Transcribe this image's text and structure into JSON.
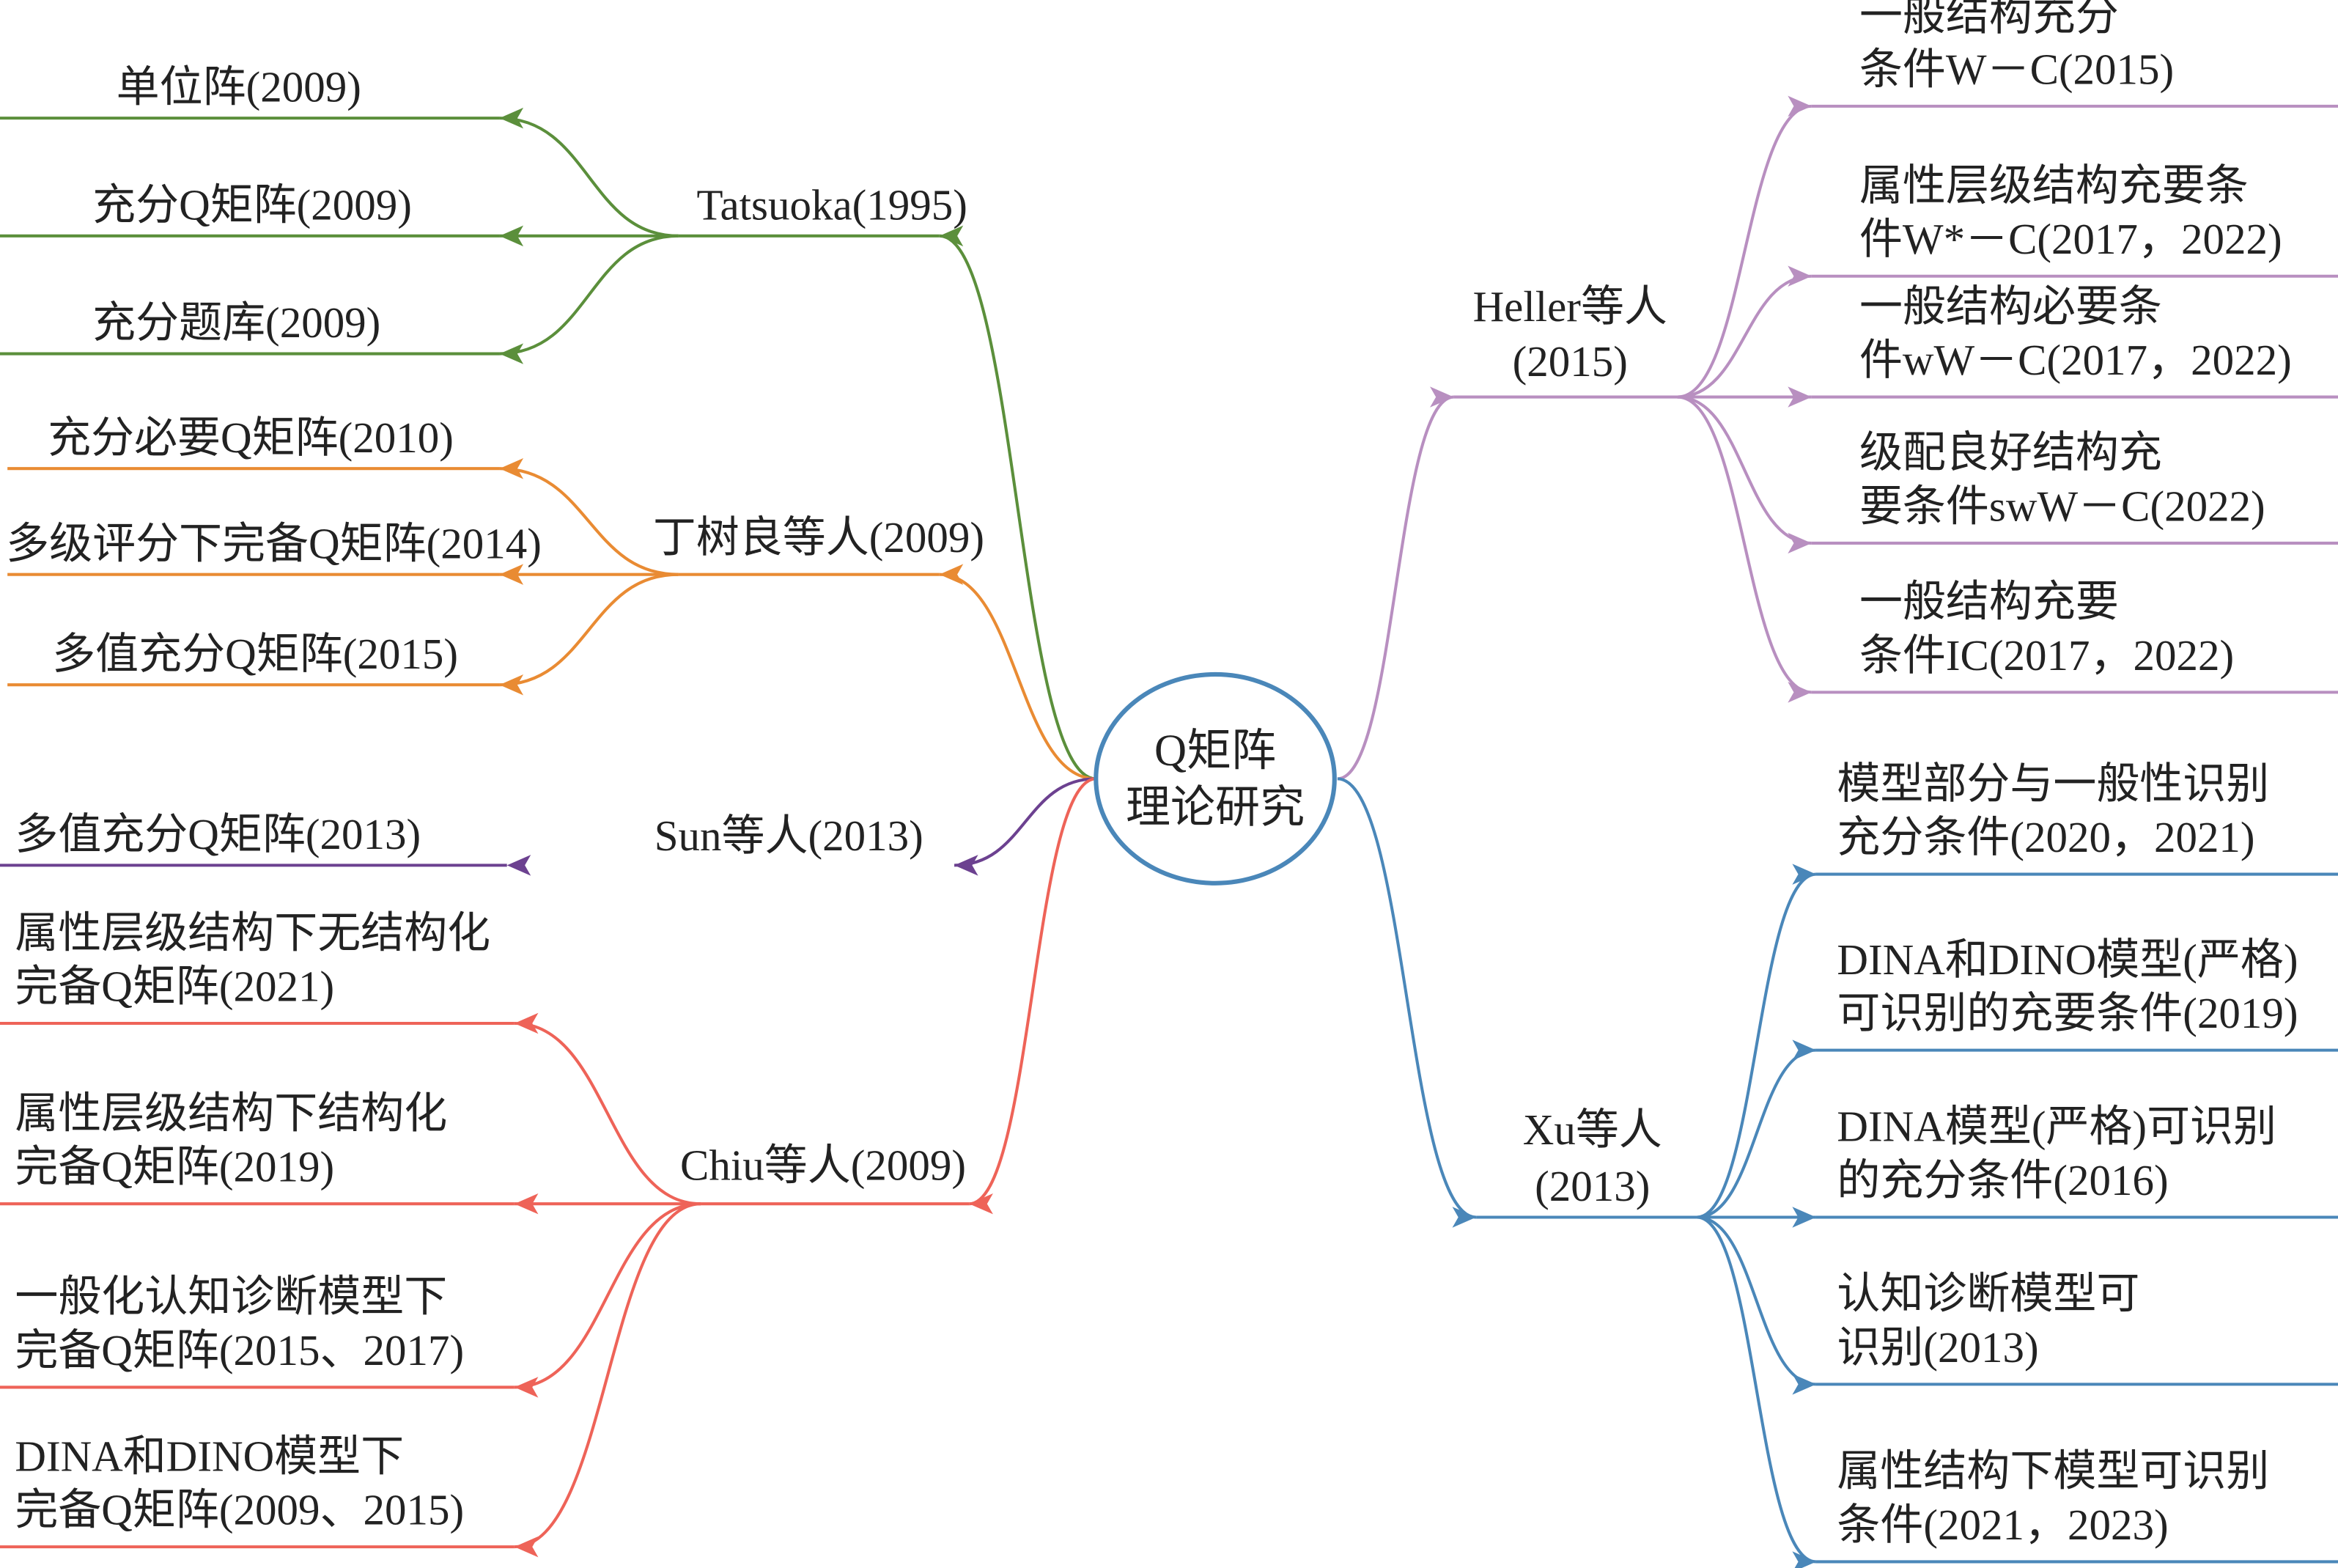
{
  "center": {
    "line1": "Q矩阵",
    "line2": "理论研究"
  },
  "colors": {
    "green": "#5b8f3b",
    "orange": "#e98b33",
    "purple": "#6c4190",
    "red": "#ee6358",
    "lilac": "#b88fc0",
    "blue": "#4a87b9",
    "text": "#222222"
  },
  "branches": [
    {
      "id": "tatsuoka",
      "label": [
        "Tatsuoka(1995)"
      ],
      "color": "green",
      "leaves": [
        [
          "单位阵(2009)"
        ],
        [
          "充分Q矩阵(2009)"
        ],
        [
          "充分题库(2009)"
        ]
      ]
    },
    {
      "id": "ding",
      "label": [
        "丁树良等人(2009)"
      ],
      "color": "orange",
      "leaves": [
        [
          "充分必要Q矩阵(2010)"
        ],
        [
          "多级评分下完备Q矩阵(2014)"
        ],
        [
          "多值充分Q矩阵(2015)"
        ]
      ]
    },
    {
      "id": "sun",
      "label": [
        "Sun等人(2013)"
      ],
      "color": "purple",
      "leaves": [
        [
          "多值充分Q矩阵(2013)"
        ]
      ]
    },
    {
      "id": "chiu",
      "label": [
        "Chiu等人(2009)"
      ],
      "color": "red",
      "leaves": [
        [
          "属性层级结构下无结构化",
          "完备Q矩阵(2021)"
        ],
        [
          "属性层级结构下结构化",
          "完备Q矩阵(2019)"
        ],
        [
          "一般化认知诊断模型下",
          "完备Q矩阵(2015、2017)"
        ],
        [
          "DINA和DINO模型下",
          "完备Q矩阵(2009、2015)"
        ]
      ]
    },
    {
      "id": "heller",
      "label": [
        "Heller等人",
        "(2015)"
      ],
      "color": "lilac",
      "leaves": [
        [
          "一般结构充分",
          "条件W－C(2015)"
        ],
        [
          "属性层级结构充要条",
          "件W*－C(2017，2022)"
        ],
        [
          "一般结构必要条",
          "件wW－C(2017，2022)"
        ],
        [
          "级配良好结构充",
          "要条件swW－C(2022)"
        ],
        [
          "一般结构充要",
          "条件IC(2017，2022)"
        ]
      ]
    },
    {
      "id": "xu",
      "label": [
        "Xu等人",
        "(2013)"
      ],
      "color": "blue",
      "leaves": [
        [
          "模型部分与一般性识别",
          "充分条件(2020，2021)"
        ],
        [
          "DINA和DINO模型(严格)",
          "可识别的充要条件(2019)"
        ],
        [
          "DINA模型(严格)可识别",
          "的充分条件(2016)"
        ],
        [
          "认知诊断模型可",
          "识别(2013)"
        ],
        [
          "属性结构下模型可识别",
          "条件(2021，2023)"
        ]
      ]
    }
  ]
}
